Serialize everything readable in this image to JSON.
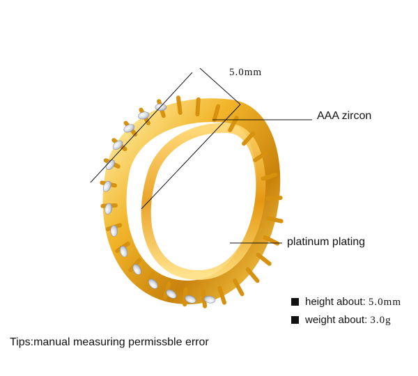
{
  "annotations": {
    "width_dim": "5.0mm",
    "zircon": "AAA zircon",
    "plating": "platinum plating"
  },
  "specs": [
    {
      "label": "height about:",
      "value": "5.0mm"
    },
    {
      "label": "weight about:",
      "value": "3.0g"
    }
  ],
  "tips": "Tips:manual measuring permissble error",
  "colors": {
    "gold": "#e8a417",
    "gold_light": "#ffd86a",
    "gold_dark": "#a86a05",
    "stone": "#dfe3ea",
    "text": "#111111"
  }
}
